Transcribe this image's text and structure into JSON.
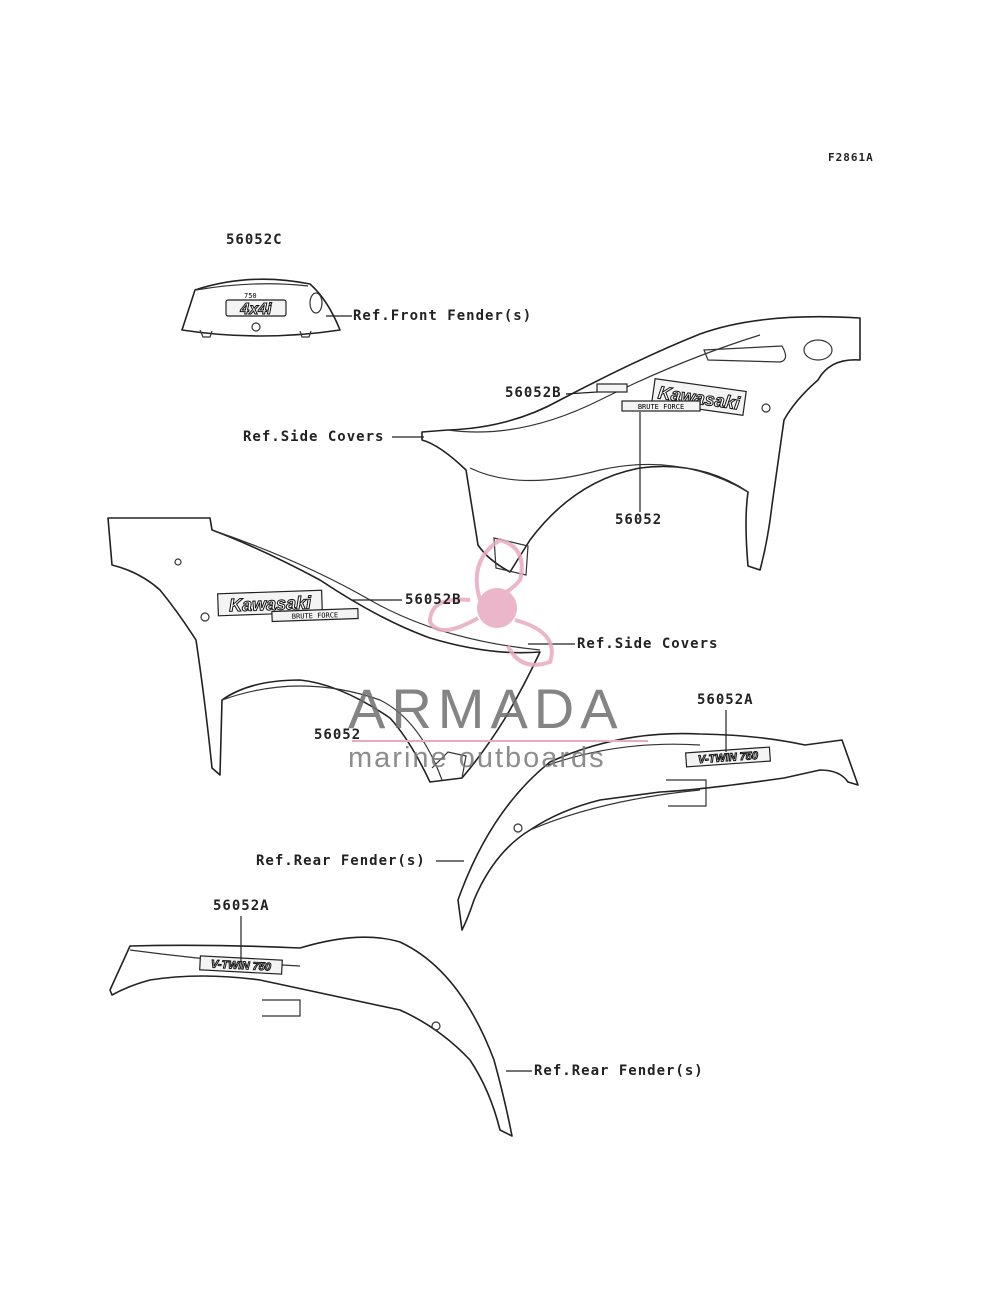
{
  "diagram_code": "F2861A",
  "labels": {
    "emblem_4x4i": "56052C",
    "front_fender_ref": "Ref.Front Fender(s)",
    "side_cover_ref_upper": "Ref.Side Covers",
    "decal_upper_b": "56052B",
    "decal_upper": "56052",
    "decal_lower_b": "56052B",
    "side_cover_ref_lower": "Ref.Side Covers",
    "decal_lower": "56052",
    "rear_decal_upper_a": "56052A",
    "rear_fender_ref_upper": "Ref.Rear Fender(s)",
    "rear_decal_lower_a": "56052A",
    "rear_fender_ref_lower": "Ref.Rear Fender(s)"
  },
  "decals": {
    "brand": "Kawasaki",
    "model": "BRUTE FORCE",
    "rear_model": "V-TWIN 750",
    "emblem": "4x4i",
    "emblem_top": "750"
  },
  "watermark": {
    "title": "ARMADA",
    "subtitle": "marine outboards",
    "logo_color": "#e8a9c1"
  }
}
